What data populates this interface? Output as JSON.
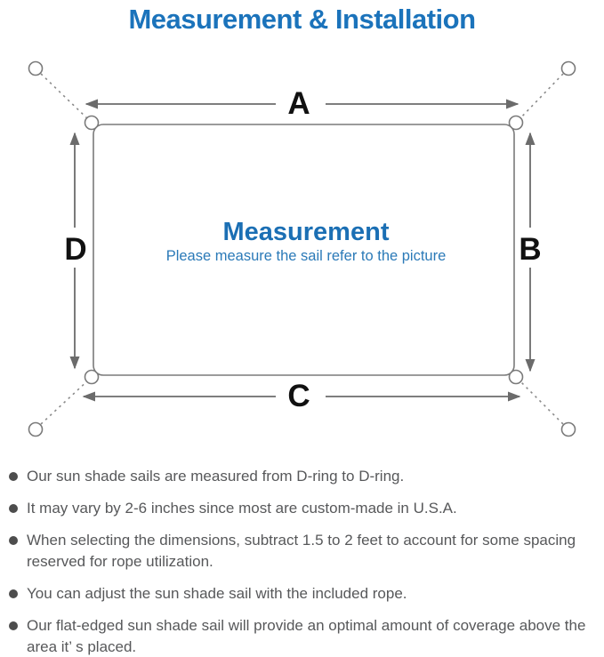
{
  "page": {
    "title": "Measurement & Installation"
  },
  "diagram": {
    "dimension_labels": {
      "a": "A",
      "b": "B",
      "c": "C",
      "d": "D"
    },
    "center_title": "Measurement",
    "center_subtitle": "Please measure the sail refer to the picture"
  },
  "notes": {
    "items": [
      "Our sun shade sails are measured from D-ring to D-ring.",
      "It may vary by 2-6 inches since most are custom-made in U.S.A.",
      "When selecting the dimensions, subtract 1.5 to 2 feet to account for some spacing reserved for rope utilization.",
      "You can adjust the sun shade sail with the included rope.",
      "Our flat-edged sun shade sail will provide an optimal amount of coverage above the area it’ s placed."
    ]
  },
  "colors": {
    "title_blue": "#1b73bb",
    "center_title_blue": "#1b6fb4",
    "center_subtitle_blue": "#2b7ab8",
    "diagram_line_gray": "#7a7a7a",
    "arrow_gray": "#6b6b6b",
    "dimension_label_black": "#111111",
    "note_text_gray": "#57585a",
    "bullet_dot_gray": "#4d4d4d"
  }
}
